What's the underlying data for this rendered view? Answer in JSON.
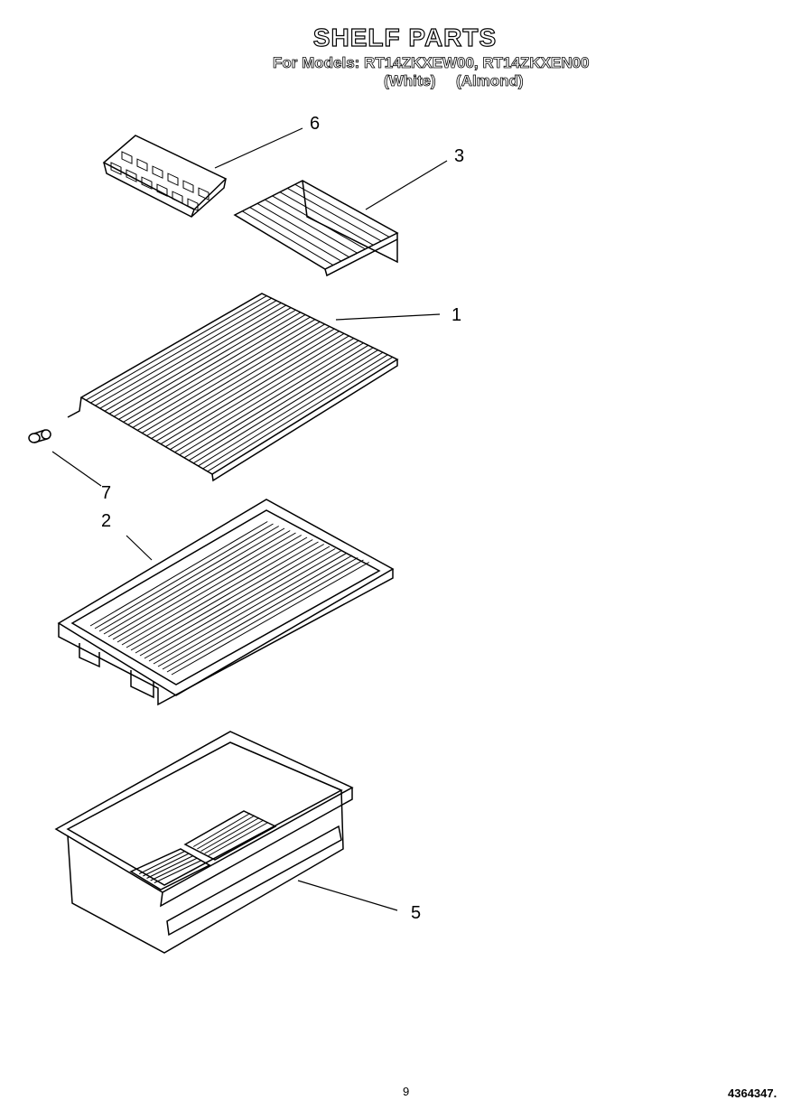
{
  "header": {
    "title": "SHELF PARTS",
    "models_line": "For Models: RT14ZKXEW00, RT14ZKXEN00",
    "color_white": "(White)",
    "color_almond": "(Almond)"
  },
  "callouts": [
    "6",
    "3",
    "1",
    "7",
    "2",
    "5"
  ],
  "parts": [
    "ice-tray",
    "wire-rack",
    "wire-shelf",
    "end-cap",
    "shelf-tray",
    "crisper-drawer"
  ],
  "footer": {
    "page": "9",
    "doc_number": "4364347."
  }
}
